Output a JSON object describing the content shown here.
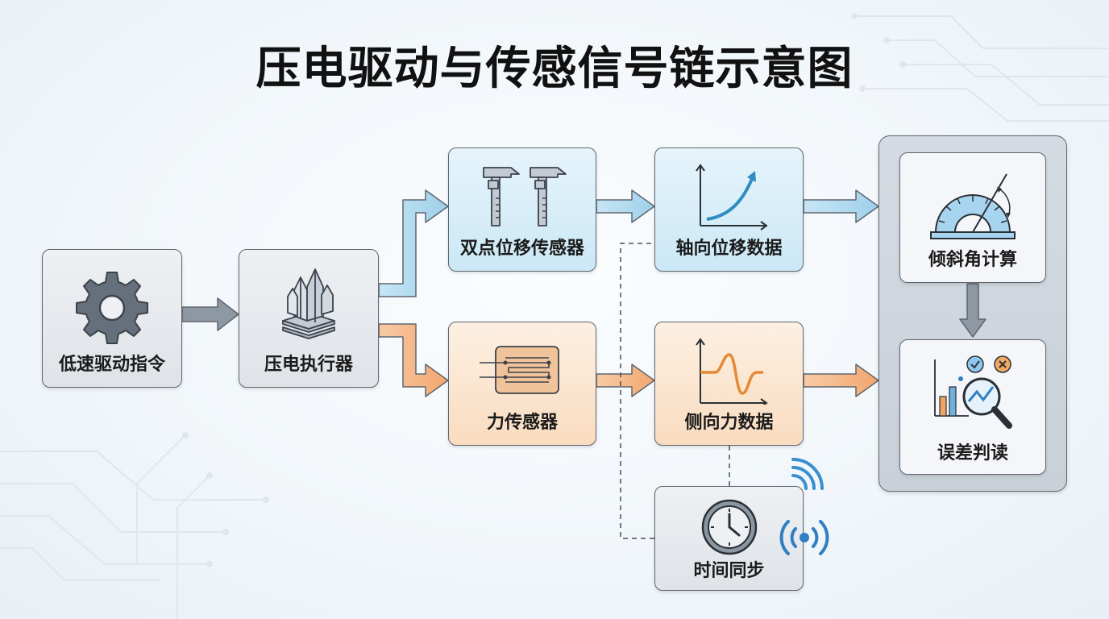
{
  "title": "压电驱动与传感信号链示意图",
  "colors": {
    "blue_flow": "#a9d6ee",
    "orange_flow": "#f5b27e",
    "gray_flow": "#8e98a3",
    "outline": "#5f6670"
  },
  "nodes": {
    "drive_cmd": {
      "label": "低速驱动指令",
      "icon": "gear-icon"
    },
    "actuator": {
      "label": "压电执行器",
      "icon": "crystal-stack-icon"
    },
    "disp_sensor": {
      "label": "双点位移传感器",
      "icon": "caliper-icon"
    },
    "force_sensor": {
      "label": "力传感器",
      "icon": "strain-gauge-icon"
    },
    "axial_data": {
      "label": "轴向位移数据",
      "icon": "rising-curve-icon"
    },
    "lateral_data": {
      "label": "侧向力数据",
      "icon": "sine-wave-icon"
    },
    "time_sync": {
      "label": "时间同步",
      "icon": "clock-icon"
    },
    "tilt_calc": {
      "label": "倾斜角计算",
      "icon": "protractor-icon"
    },
    "error_judge": {
      "label": "误差判读",
      "icon": "magnifier-chart-icon"
    }
  }
}
